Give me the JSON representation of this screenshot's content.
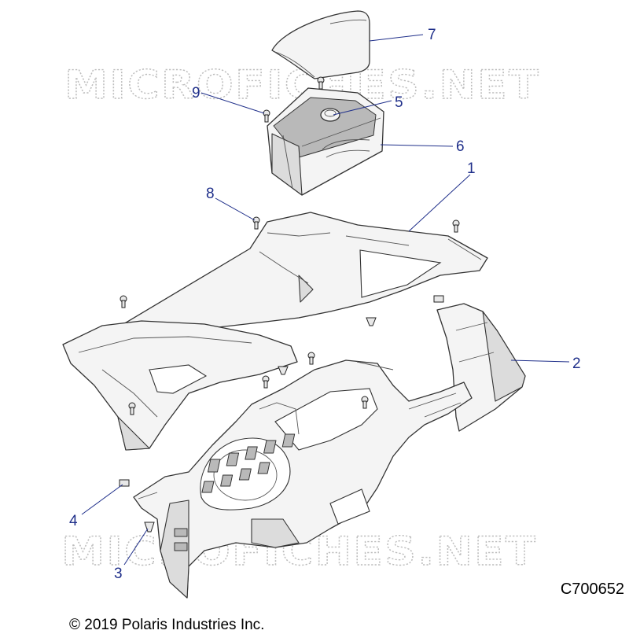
{
  "watermark": "MICROFICHES.NET",
  "figure_code": "C700652",
  "copyright": "© 2019 Polaris Industries Inc.",
  "callouts": [
    {
      "id": "1",
      "label": "1"
    },
    {
      "id": "2",
      "label": "2"
    },
    {
      "id": "3",
      "label": "3"
    },
    {
      "id": "4",
      "label": "4"
    },
    {
      "id": "5",
      "label": "5"
    },
    {
      "id": "6",
      "label": "6"
    },
    {
      "id": "7",
      "label": "7"
    },
    {
      "id": "8",
      "label": "8"
    },
    {
      "id": "9",
      "label": "9"
    }
  ],
  "colors": {
    "callout": "#1f2f8a",
    "line_art": "#333333",
    "watermark": "#bdbdbd"
  }
}
